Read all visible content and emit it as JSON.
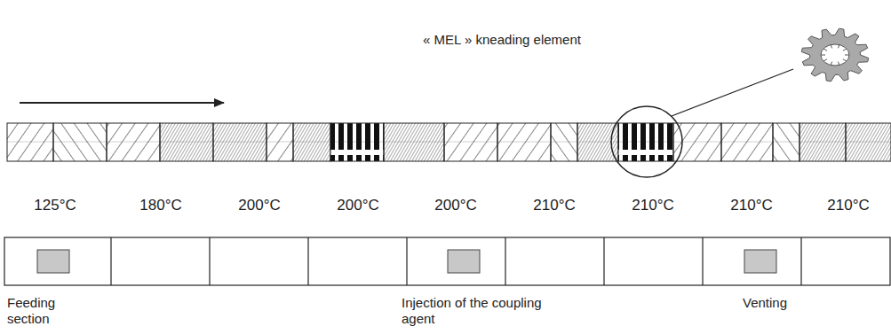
{
  "diagram": {
    "labels": [
      "« MEL » kneading element",
      "125°C",
      "180°C",
      "200°C",
      "200°C",
      "200°C",
      "210°C",
      "210°C",
      "210°C",
      "210°C",
      "Feeding section",
      "Injection of the coupling agent",
      "Venting"
    ]
  }
}
